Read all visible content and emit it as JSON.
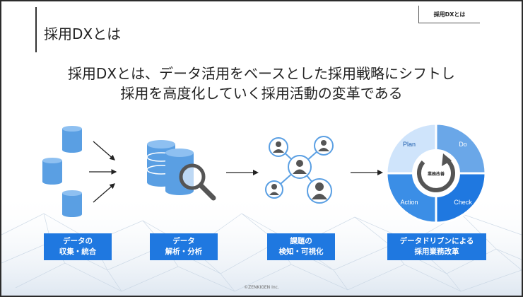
{
  "slide": {
    "tag": "採用DXとは",
    "title": "採用DXとは",
    "headline_line1": "採用DXとは、データ活用をベースとした採用戦略にシフトし",
    "headline_line2": "採用を高度化していく採用活動の変革である",
    "copyright": "©ZENKIGEN Inc."
  },
  "steps": [
    {
      "line1": "データの",
      "line2": "収集・統合"
    },
    {
      "line1": "データ",
      "line2": "解析・分析"
    },
    {
      "line1": "課題の",
      "line2": "検知・可視化"
    },
    {
      "line1": "データドリブンによる",
      "line2": "採用業務改革"
    }
  ],
  "cycle": {
    "quadrants": [
      "Plan",
      "Do",
      "Check",
      "Action"
    ],
    "center_label": "業務改善"
  },
  "colors": {
    "primary_blue": "#1f78e0",
    "icon_blue": "#5a9fe3",
    "light_blue": "#cfe4fb",
    "mid_blue": "#6aa7e8",
    "dark_gray": "#555555"
  },
  "icons": [
    "database-icon",
    "magnifier-icon",
    "person-icon",
    "pdca-cycle-icon",
    "arrow-icon"
  ]
}
